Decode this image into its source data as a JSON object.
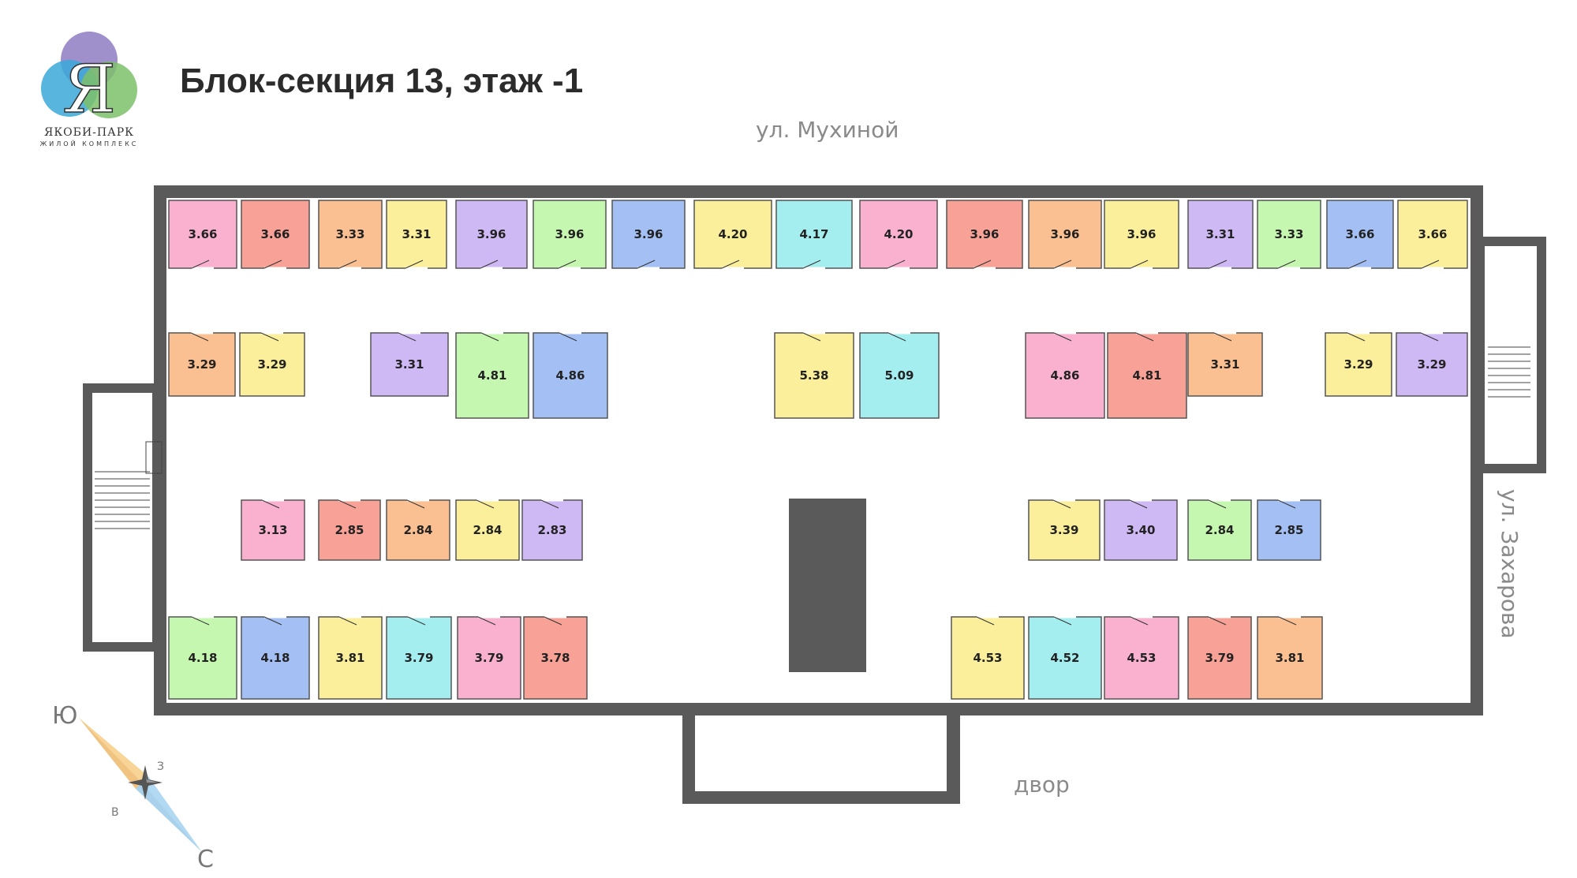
{
  "title": "Блок-секция 13, этаж -1",
  "logo": {
    "letter": "Я",
    "name": "ЯКОБИ-ПАРК",
    "subtitle": "ЖИЛОЙ КОМПЛЕКС",
    "colors": [
      "#8e7cc3",
      "#3aa8d8",
      "#7cc06a"
    ]
  },
  "streets": {
    "north": "ул. Мухиной",
    "east": "ул. Захарова",
    "south": "двор"
  },
  "compass": {
    "south": "Ю",
    "north": "С",
    "east": "В",
    "west": "З"
  },
  "colors": {
    "wall": "#5a5a5a",
    "pink": "#f9b1cf",
    "salmon": "#f8a197",
    "peach": "#fbc092",
    "yellow": "#fbef9b",
    "lavender": "#cfb9f4",
    "green": "#c6f7b1",
    "blue": "#a3bff3",
    "cyan": "#a5eef0"
  },
  "units": [
    {
      "label": "3.66",
      "color": "pink"
    },
    {
      "label": "3.66",
      "color": "salmon"
    },
    {
      "label": "3.33",
      "color": "peach"
    },
    {
      "label": "3.31",
      "color": "yellow"
    },
    {
      "label": "3.96",
      "color": "lavender"
    },
    {
      "label": "3.96",
      "color": "green"
    },
    {
      "label": "3.96",
      "color": "blue"
    },
    {
      "label": "4.20",
      "color": "yellow"
    },
    {
      "label": "4.17",
      "color": "cyan"
    },
    {
      "label": "4.20",
      "color": "pink"
    },
    {
      "label": "3.96",
      "color": "salmon"
    },
    {
      "label": "3.96",
      "color": "peach"
    },
    {
      "label": "3.96",
      "color": "yellow"
    },
    {
      "label": "3.31",
      "color": "lavender"
    },
    {
      "label": "3.33",
      "color": "green"
    },
    {
      "label": "3.66",
      "color": "blue"
    },
    {
      "label": "3.66",
      "color": "yellow"
    },
    {
      "label": "3.29",
      "color": "peach"
    },
    {
      "label": "3.29",
      "color": "yellow"
    },
    {
      "label": "3.31",
      "color": "lavender"
    },
    {
      "label": "4.81",
      "color": "green"
    },
    {
      "label": "4.86",
      "color": "blue"
    },
    {
      "label": "5.38",
      "color": "yellow"
    },
    {
      "label": "5.09",
      "color": "cyan"
    },
    {
      "label": "4.86",
      "color": "pink"
    },
    {
      "label": "4.81",
      "color": "salmon"
    },
    {
      "label": "3.31",
      "color": "peach"
    },
    {
      "label": "3.29",
      "color": "yellow"
    },
    {
      "label": "3.29",
      "color": "lavender"
    },
    {
      "label": "3.13",
      "color": "pink"
    },
    {
      "label": "2.85",
      "color": "salmon"
    },
    {
      "label": "2.84",
      "color": "peach"
    },
    {
      "label": "2.84",
      "color": "yellow"
    },
    {
      "label": "2.83",
      "color": "lavender"
    },
    {
      "label": "3.39",
      "color": "yellow"
    },
    {
      "label": "3.40",
      "color": "lavender"
    },
    {
      "label": "2.84",
      "color": "green"
    },
    {
      "label": "2.85",
      "color": "blue"
    },
    {
      "label": "4.18",
      "color": "green"
    },
    {
      "label": "4.18",
      "color": "blue"
    },
    {
      "label": "3.81",
      "color": "yellow"
    },
    {
      "label": "3.79",
      "color": "cyan"
    },
    {
      "label": "3.79",
      "color": "pink"
    },
    {
      "label": "3.78",
      "color": "salmon"
    },
    {
      "label": "4.53",
      "color": "yellow"
    },
    {
      "label": "4.52",
      "color": "cyan"
    },
    {
      "label": "4.53",
      "color": "pink"
    },
    {
      "label": "3.79",
      "color": "salmon"
    },
    {
      "label": "3.81",
      "color": "peach"
    }
  ]
}
